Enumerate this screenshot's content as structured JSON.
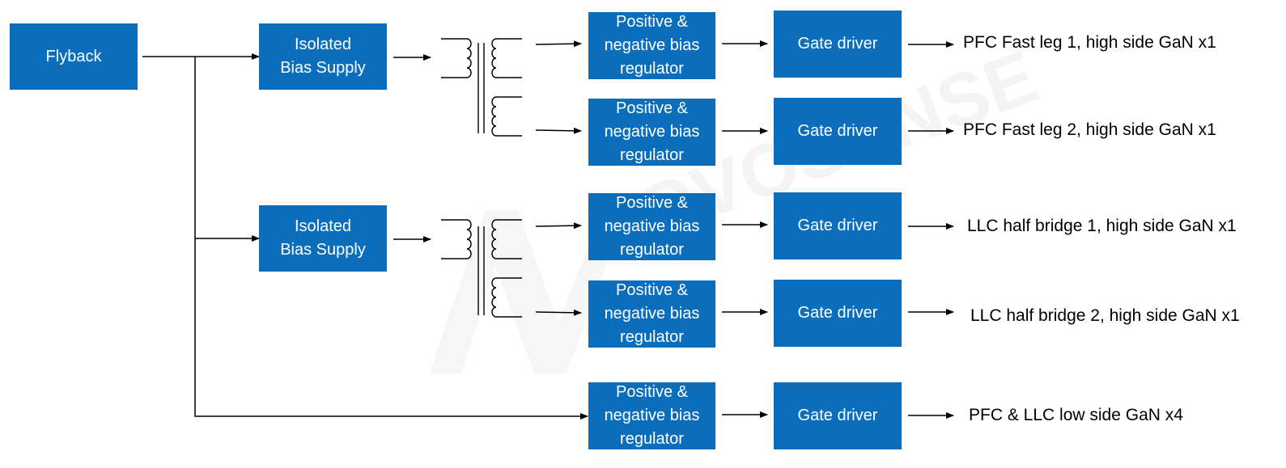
{
  "colors": {
    "block": "#0a6ebd",
    "line": "#000000",
    "watermark": "#e6e6e6"
  },
  "flyback": {
    "label": "Flyback"
  },
  "isolated_supply": {
    "line1": "Isolated",
    "line2": "Bias Supply"
  },
  "regulator": {
    "line1": "Positive &",
    "line2": "negative bias",
    "line3": "regulator"
  },
  "gate_driver": {
    "label": "Gate driver"
  },
  "outputs": [
    "PFC Fast leg 1, high side GaN x1",
    "PFC Fast leg 2, high side GaN x1",
    "LLC half bridge 1, high side GaN x1",
    "LLC half bridge 2, high side GaN x1",
    "PFC & LLC low side GaN x4"
  ],
  "watermark": {
    "text": "NOVOSENSE"
  }
}
